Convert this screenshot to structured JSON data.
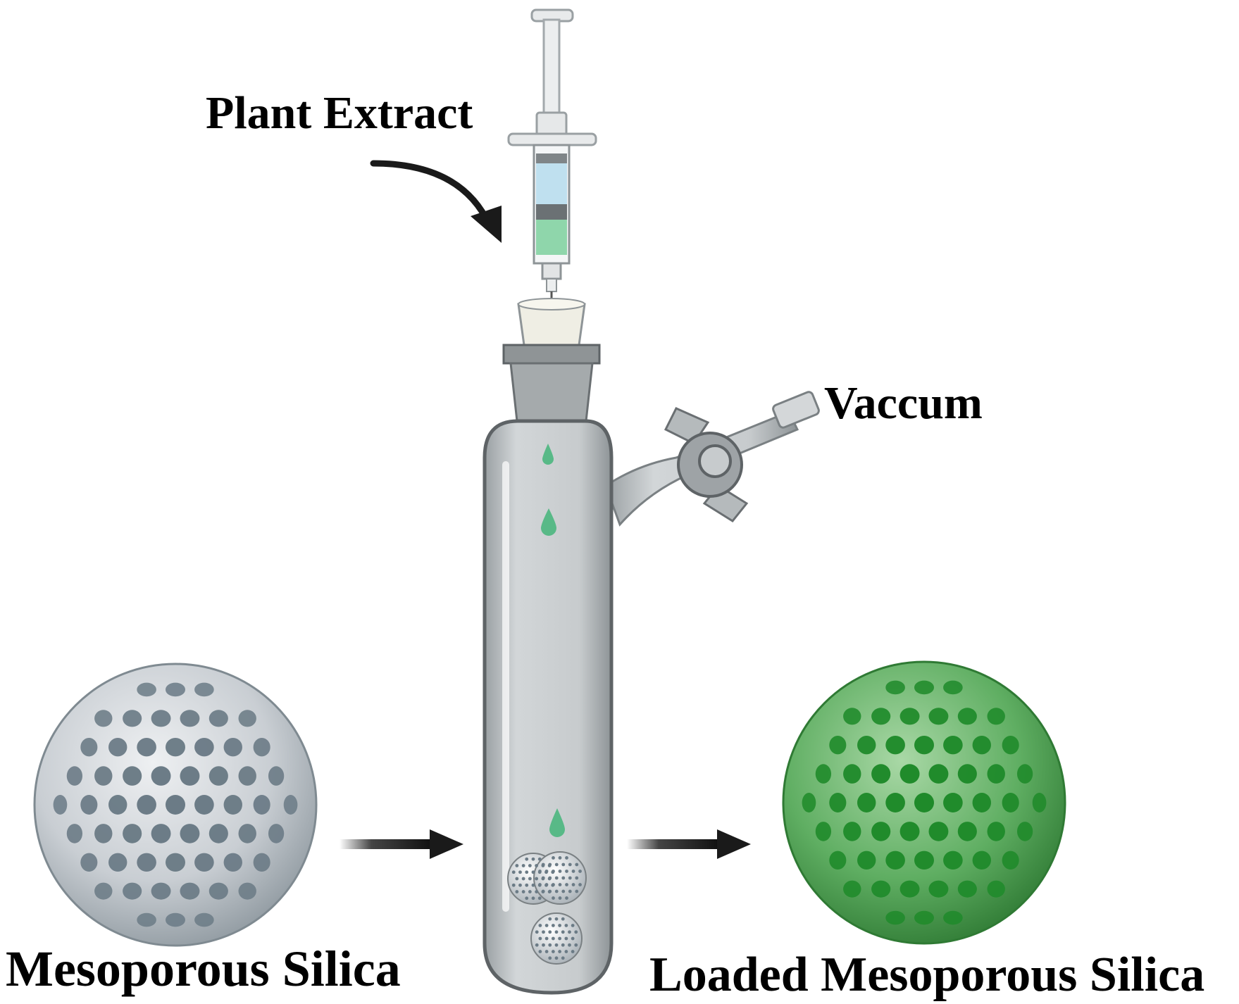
{
  "labels": {
    "plant_extract": "Plant Extract",
    "vacuum": "Vaccum",
    "mesoporous_silica": "Mesoporous Silica",
    "loaded_mesoporous_silica": "Loaded Mesoporous Silica"
  },
  "colors": {
    "silica_body": "#c9ced3",
    "silica_pore": "#6b7b86",
    "loaded_body": "#5fae62",
    "loaded_pore": "#1f8a2a",
    "glass": "#c4c8ca",
    "extract_green": "#58b987",
    "arrow": "#1a1a1a"
  },
  "icons": [
    "syringe-icon",
    "stopper-icon",
    "flask-icon",
    "stopcock-icon",
    "droplet-icon",
    "arrow-icon",
    "sphere-icon"
  ]
}
